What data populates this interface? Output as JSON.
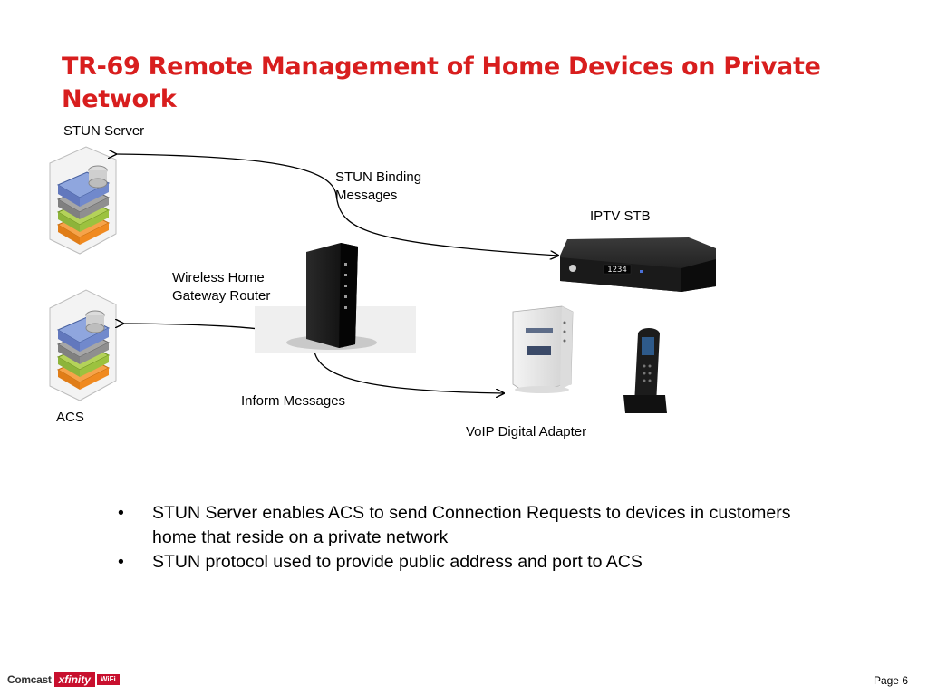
{
  "slide": {
    "title": "TR-69 Remote Management of Home Devices on Private Network",
    "labels": {
      "stun_server": "STUN Server",
      "stun_binding": "STUN Binding Messages",
      "iptv_stb": "IPTV STB",
      "gateway": "Wireless Home Gateway Router",
      "inform": "Inform Messages",
      "acs": "ACS",
      "voip": "VoIP Digital Adapter"
    },
    "bullets": [
      "STUN Server enables ACS to send Connection Requests to devices in customers home that reside on a private network",
      "STUN protocol used to provide public address and port to ACS"
    ],
    "bullet_glyph": "•",
    "stb_display": "1234",
    "footer": {
      "brand": "Comcast",
      "product": "xfinity",
      "badge": "WiFi",
      "page": "Page 6"
    }
  },
  "colors": {
    "title": "#d81e1e",
    "brand": "#c8102e"
  }
}
